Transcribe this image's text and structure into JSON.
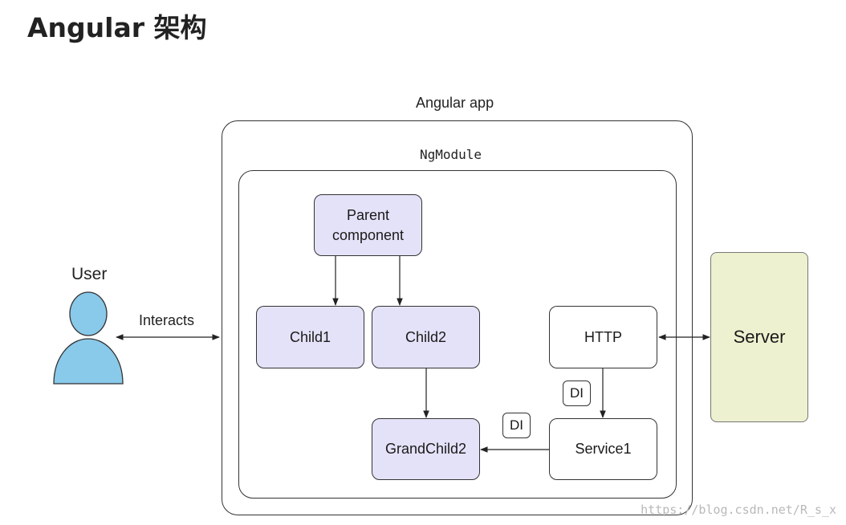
{
  "title": "Angular 架构",
  "user": {
    "label": "User"
  },
  "interacts_label": "Interacts",
  "app_label": "Angular app",
  "module_label": "NgModule",
  "nodes": {
    "parent": {
      "line1": "Parent",
      "line2": "component"
    },
    "child1": "Child1",
    "child2": "Child2",
    "grandchild2": "GrandChild2",
    "http": "HTTP",
    "service1": "Service1"
  },
  "di_labels": [
    "DI",
    "DI"
  ],
  "server_label": "Server",
  "watermark": "https://blog.csdn.net/R_s_x",
  "colors": {
    "component_fill": "#e4e2f8",
    "server_fill": "#eef1cf",
    "user_icon_fill": "#89c9ea"
  },
  "icons": [
    "user-icon"
  ]
}
